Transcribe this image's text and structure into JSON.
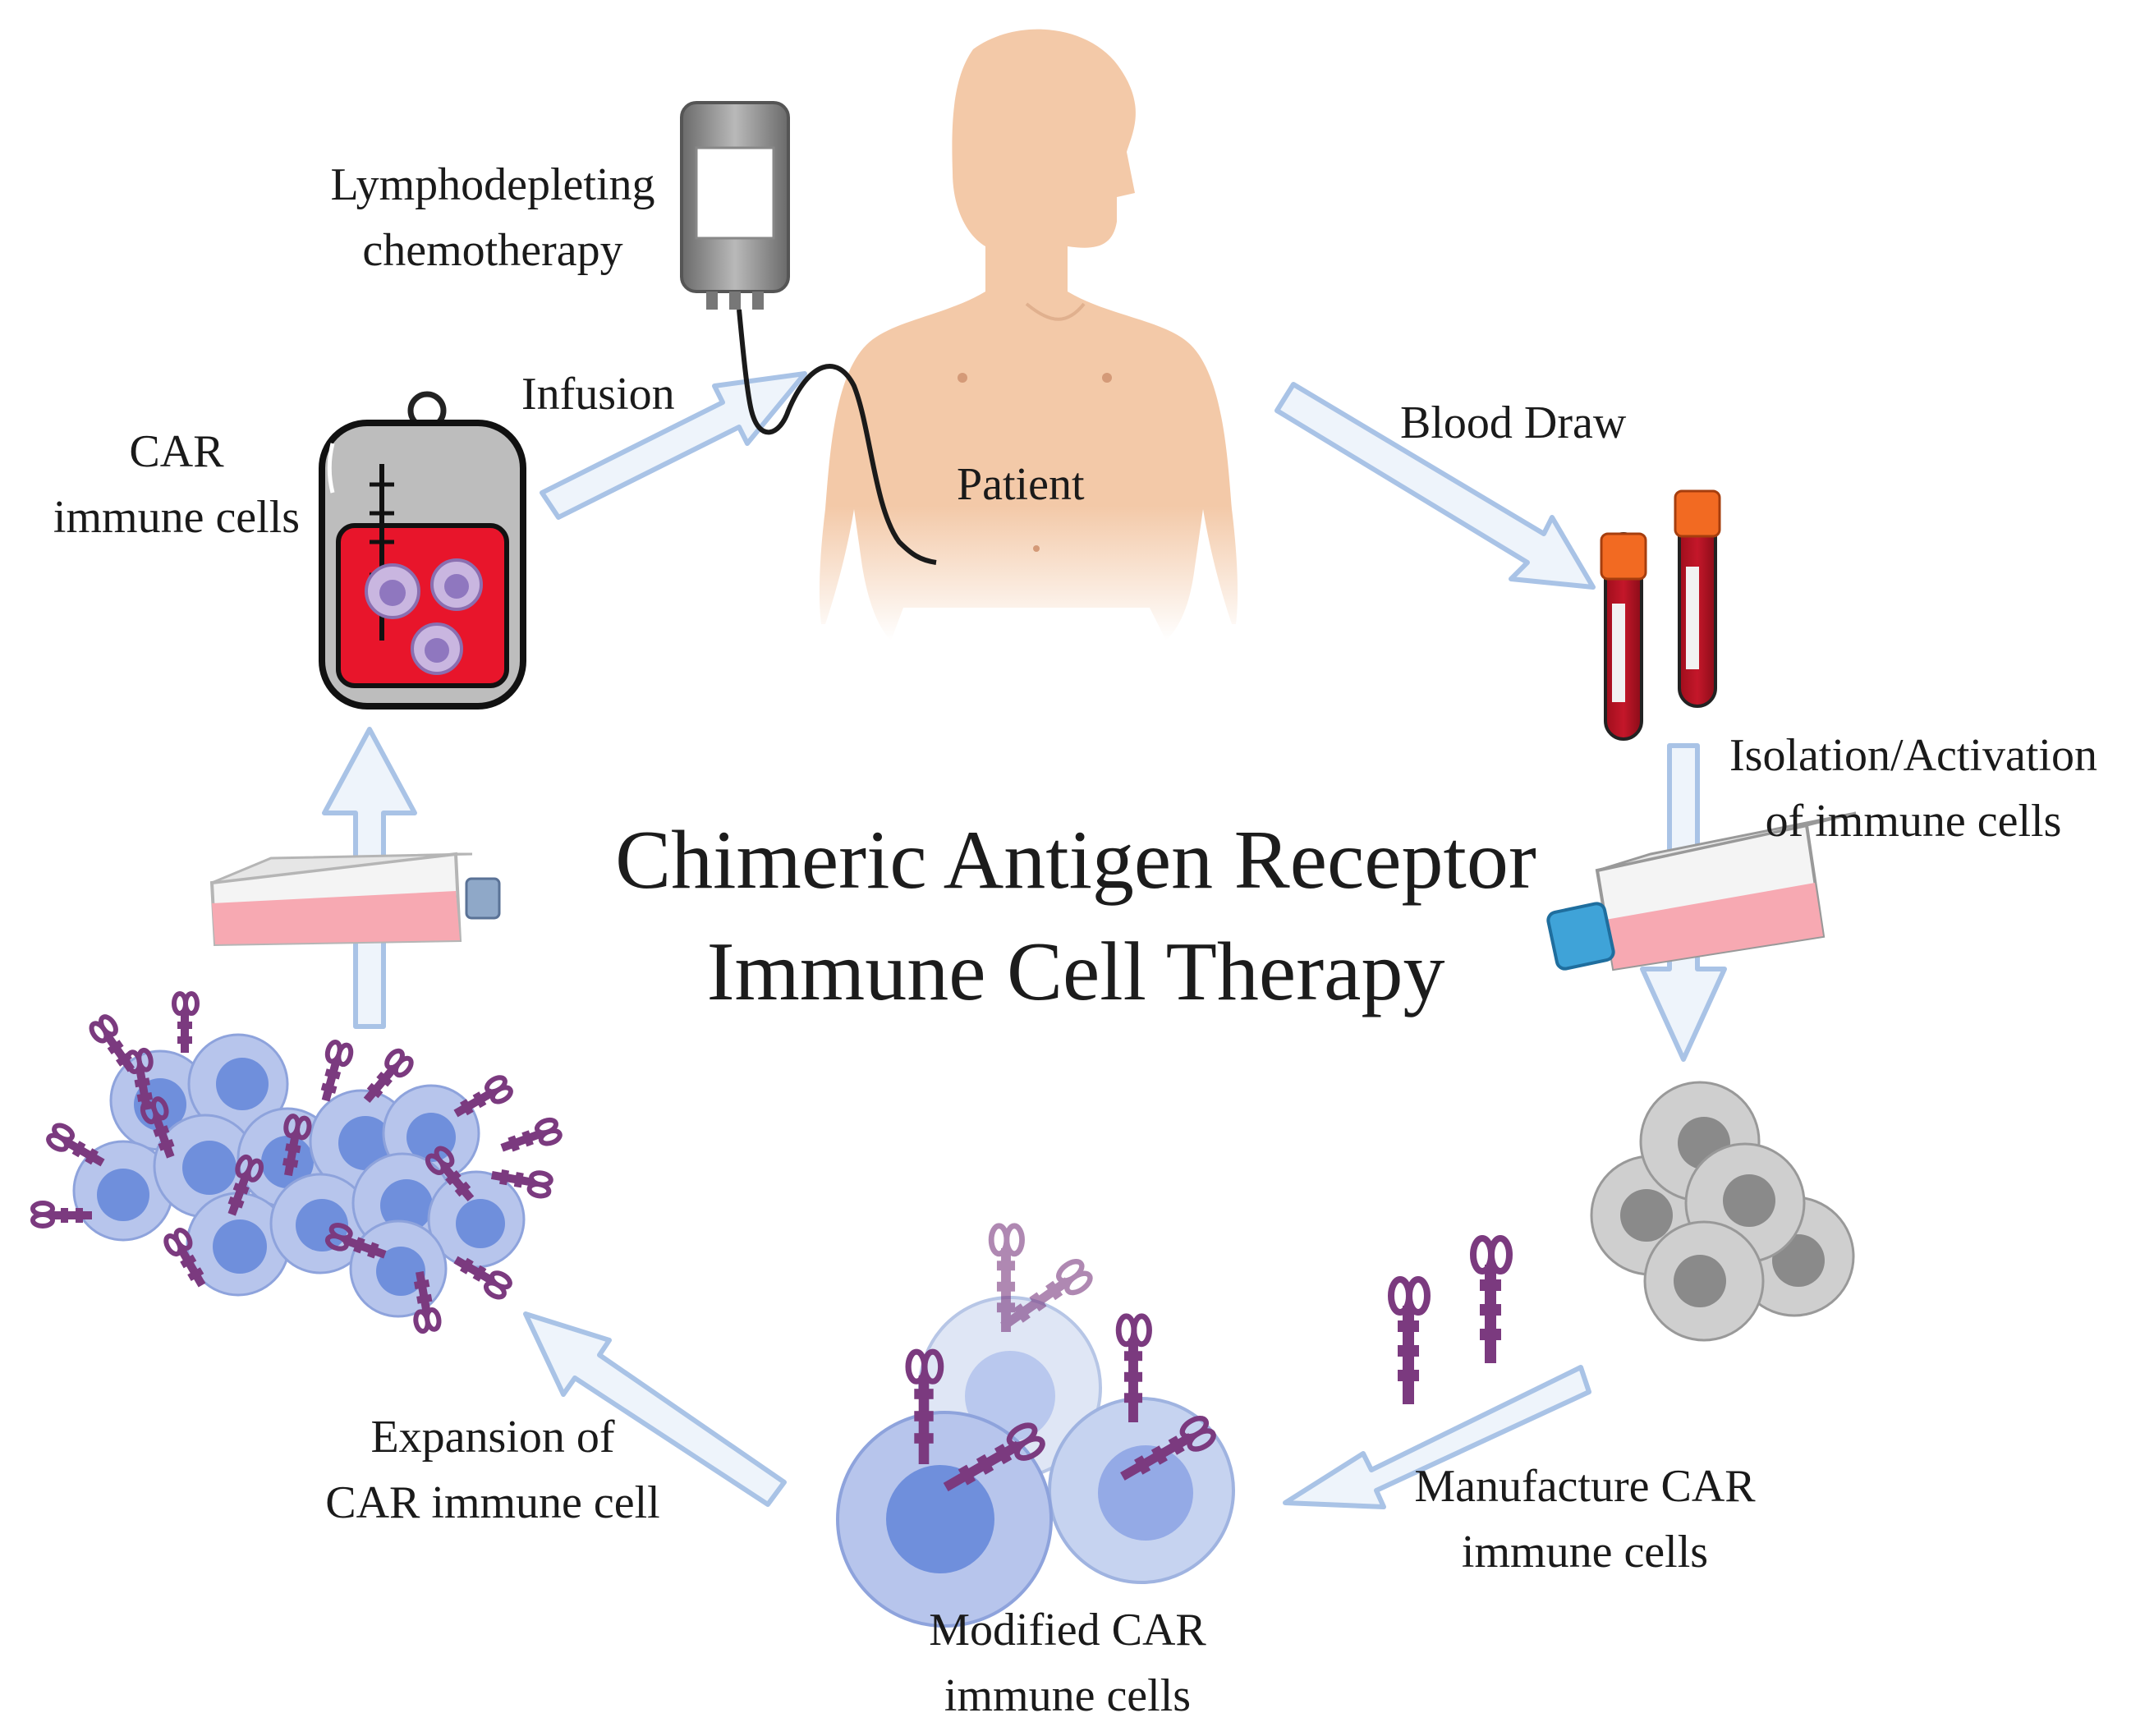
{
  "title": {
    "line1": "Chimeric Antigen Receptor",
    "line2": "Immune Cell Therapy"
  },
  "steps": {
    "chemo": {
      "line1": "Lymphodepleting",
      "line2": "chemotherapy"
    },
    "infusion": "Infusion",
    "car_bag": {
      "line1": "CAR",
      "line2": "immune cells"
    },
    "patient": "Patient",
    "blood_draw": "Blood Draw",
    "isolation": {
      "line1": "Isolation/Activation",
      "line2": "of immune cells"
    },
    "manufacture": {
      "line1": "Manufacture CAR",
      "line2": "immune cells"
    },
    "modified": {
      "line1": "Modified CAR",
      "line2": "immune cells"
    },
    "expansion": {
      "line1": "Expansion of",
      "line2": "CAR immune cell"
    }
  },
  "colors": {
    "arrow_fill": "#eef4fb",
    "arrow_stroke": "#a9c3e6",
    "skin": "#f3c9a8",
    "blood": "#e8152b",
    "tube_cap": "#f26a22",
    "flask_liquid": "#f7a9b2",
    "flask_cap": "#3fa3d8",
    "cell_blue": "#a9bde8",
    "cell_nucleus": "#6f8fdc",
    "cell_gray": "#bdbdbd",
    "receptor": "#7b3a7f"
  }
}
